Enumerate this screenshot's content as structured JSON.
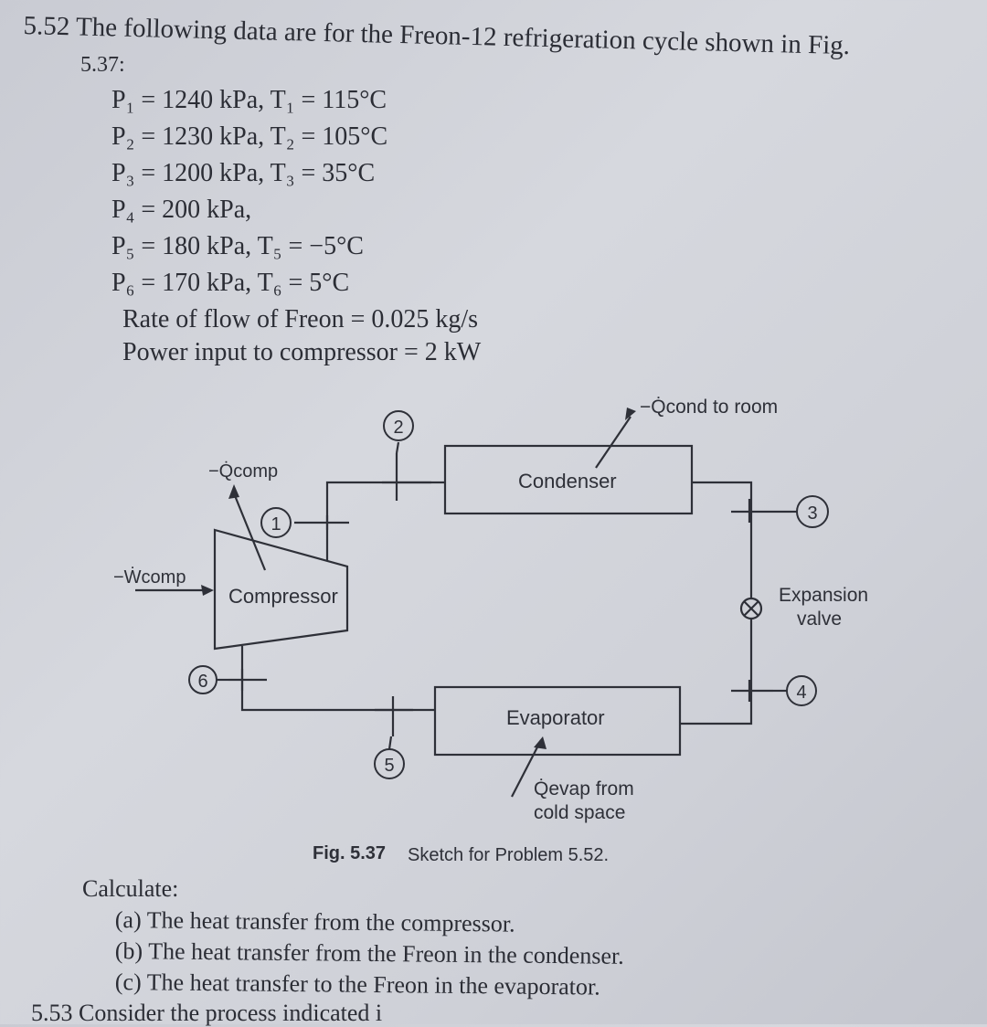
{
  "problem": {
    "heading": "5.52 The following data are for the Freon-12 refrigeration cycle shown in Fig.",
    "figure_ref": "5.37:",
    "data_lines": [
      "P₁ = 1240 kPa, T₁ = 115°C",
      "P₂ = 1230 kPa, T₂ = 105°C",
      "P₃ = 1200 kPa, T₃ = 35°C",
      "P₄ = 200 kPa,",
      "P₅ = 180 kPa, T₅ = −5°C",
      "P₆ = 170 kPa, T₆ = 5°C",
      "Rate of flow of Freon = 0.025 kg/s",
      "Power input to compressor = 2 kW"
    ]
  },
  "figure": {
    "compressor_label": "Compressor",
    "condenser_label": "Condenser",
    "evaporator_label": "Evaporator",
    "expansion_valve_label": [
      "Expansion",
      "valve"
    ],
    "state_points": [
      "1",
      "2",
      "3",
      "4",
      "5",
      "6"
    ],
    "q_cond": "−Q̇cond to room",
    "q_comp": "−Q̇comp",
    "w_comp": "−Ẇcomp",
    "q_evap": [
      "Q̇evap from",
      "cold space"
    ],
    "caption_number": "Fig. 5.37",
    "caption_text": "Sketch for Problem 5.52."
  },
  "questions": {
    "intro": "Calculate:",
    "items": [
      "(a) The heat transfer from the compressor.",
      "(b) The heat transfer from the Freon in the condenser.",
      "(c) The heat transfer to the Freon in the evaporator."
    ]
  },
  "next_problem": "5.53 Consider the process indicated i"
}
